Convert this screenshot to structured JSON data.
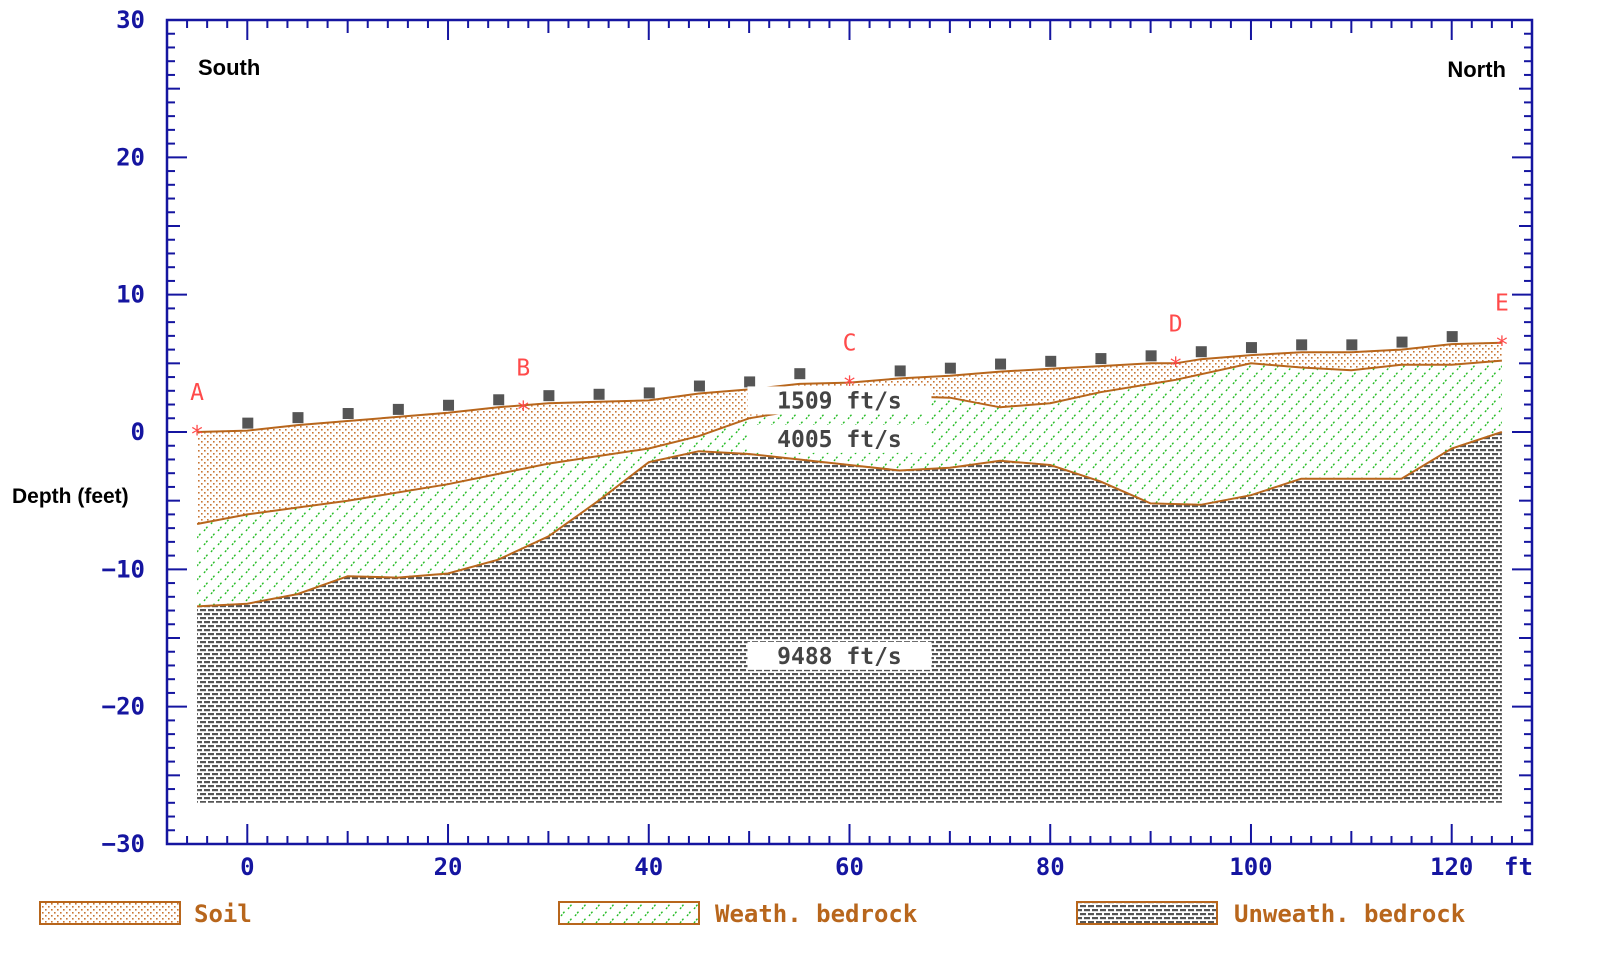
{
  "chart_data": {
    "type": "area",
    "title": "",
    "ylabel": "Depth (feet)",
    "x_unit": "ft",
    "xlim": [
      -8,
      128
    ],
    "ylim": [
      -30,
      30
    ],
    "x_ticks": [
      "0",
      "20",
      "40",
      "60",
      "80",
      "100",
      "120"
    ],
    "y_ticks": [
      "30",
      "20",
      "10",
      "0",
      "−10",
      "−20",
      "−30"
    ],
    "x_tick_values": [
      0,
      20,
      40,
      60,
      80,
      100,
      120
    ],
    "y_tick_values": [
      30,
      20,
      10,
      0,
      -10,
      -20,
      -30
    ],
    "directions": {
      "left": "South",
      "right": "North"
    },
    "bottom_depth": -27,
    "colors": {
      "axis": "#1515a0",
      "boundary": "#b8661c",
      "soil": "#c87533",
      "weathered": "#22bb22",
      "unweathered": "#555555",
      "points": "#ff4a4a"
    },
    "layers": [
      {
        "name": "Soil",
        "velocity": "1509 ft/s"
      },
      {
        "name": "Weath. bedrock",
        "velocity": "4005 ft/s"
      },
      {
        "name": "Unweath. bedrock",
        "velocity": "9488 ft/s"
      }
    ],
    "velocity_label_positions": [
      {
        "x": 59,
        "y": 2.3
      },
      {
        "x": 59,
        "y": -0.5
      },
      {
        "x": 59,
        "y": -16.3
      }
    ],
    "surface": {
      "x": [
        -5,
        0,
        5,
        10,
        15,
        20,
        25,
        30,
        35,
        40,
        45,
        50,
        55,
        60,
        65,
        70,
        75,
        80,
        85,
        90,
        92.5,
        95,
        100,
        105,
        110,
        115,
        120,
        125
      ],
      "y": [
        0,
        0.1,
        0.5,
        0.8,
        1.1,
        1.4,
        1.8,
        2.1,
        2.2,
        2.3,
        2.8,
        3.1,
        3.5,
        3.6,
        3.9,
        4.1,
        4.4,
        4.6,
        4.8,
        5.0,
        5.0,
        5.3,
        5.6,
        5.8,
        5.8,
        6.0,
        6.4,
        6.5
      ]
    },
    "soil_base": {
      "x": [
        -5,
        0,
        10,
        20,
        30,
        40,
        45,
        50,
        55,
        60,
        65,
        70,
        75,
        80,
        85,
        92.5,
        100,
        105,
        110,
        115,
        120,
        125
      ],
      "y": [
        -6.7,
        -6,
        -5,
        -3.8,
        -2.3,
        -1.2,
        -0.3,
        1.0,
        1.6,
        2.5,
        2.6,
        2.5,
        1.8,
        2.1,
        2.9,
        3.8,
        5.0,
        4.7,
        4.5,
        4.9,
        4.9,
        5.2
      ]
    },
    "weathered_base": {
      "x": [
        -5,
        0,
        5,
        10,
        15,
        20,
        25,
        30,
        35,
        40,
        45,
        50,
        55,
        60,
        65,
        70,
        75,
        80,
        85,
        90,
        95,
        100,
        105,
        110,
        115,
        120,
        125
      ],
      "y": [
        -12.7,
        -12.5,
        -11.8,
        -10.5,
        -10.6,
        -10.3,
        -9.3,
        -7.6,
        -5,
        -2.2,
        -1.4,
        -1.6,
        -2.0,
        -2.4,
        -2.8,
        -2.6,
        -2.1,
        -2.4,
        -3.6,
        -5.2,
        -5.3,
        -4.6,
        -3.4,
        -3.4,
        -3.4,
        -1.2,
        0.0
      ]
    },
    "geophones": {
      "x": [
        0,
        5,
        10,
        15,
        20,
        25,
        30,
        35,
        40,
        45,
        50,
        55,
        65,
        70,
        75,
        80,
        85,
        90,
        95,
        100,
        105,
        110,
        115,
        120
      ],
      "y": [
        0.1,
        0.5,
        0.8,
        1.1,
        1.4,
        1.8,
        2.1,
        2.2,
        2.3,
        2.8,
        3.1,
        3.7,
        3.9,
        4.1,
        4.4,
        4.6,
        4.8,
        5.0,
        5.3,
        5.6,
        5.8,
        5.8,
        6.0,
        6.4
      ]
    },
    "shot_points": [
      {
        "label": "A",
        "x": -5,
        "y": 0
      },
      {
        "label": "B",
        "x": 27.5,
        "y": 1.8
      },
      {
        "label": "C",
        "x": 60,
        "y": 3.6
      },
      {
        "label": "D",
        "x": 92.5,
        "y": 5.0
      },
      {
        "label": "E",
        "x": 125,
        "y": 6.5
      }
    ],
    "legend": [
      {
        "name": "Soil",
        "pattern": "soil"
      },
      {
        "name": "Weath. bedrock",
        "pattern": "weathered"
      },
      {
        "name": "Unweath. bedrock",
        "pattern": "unweathered"
      }
    ]
  }
}
